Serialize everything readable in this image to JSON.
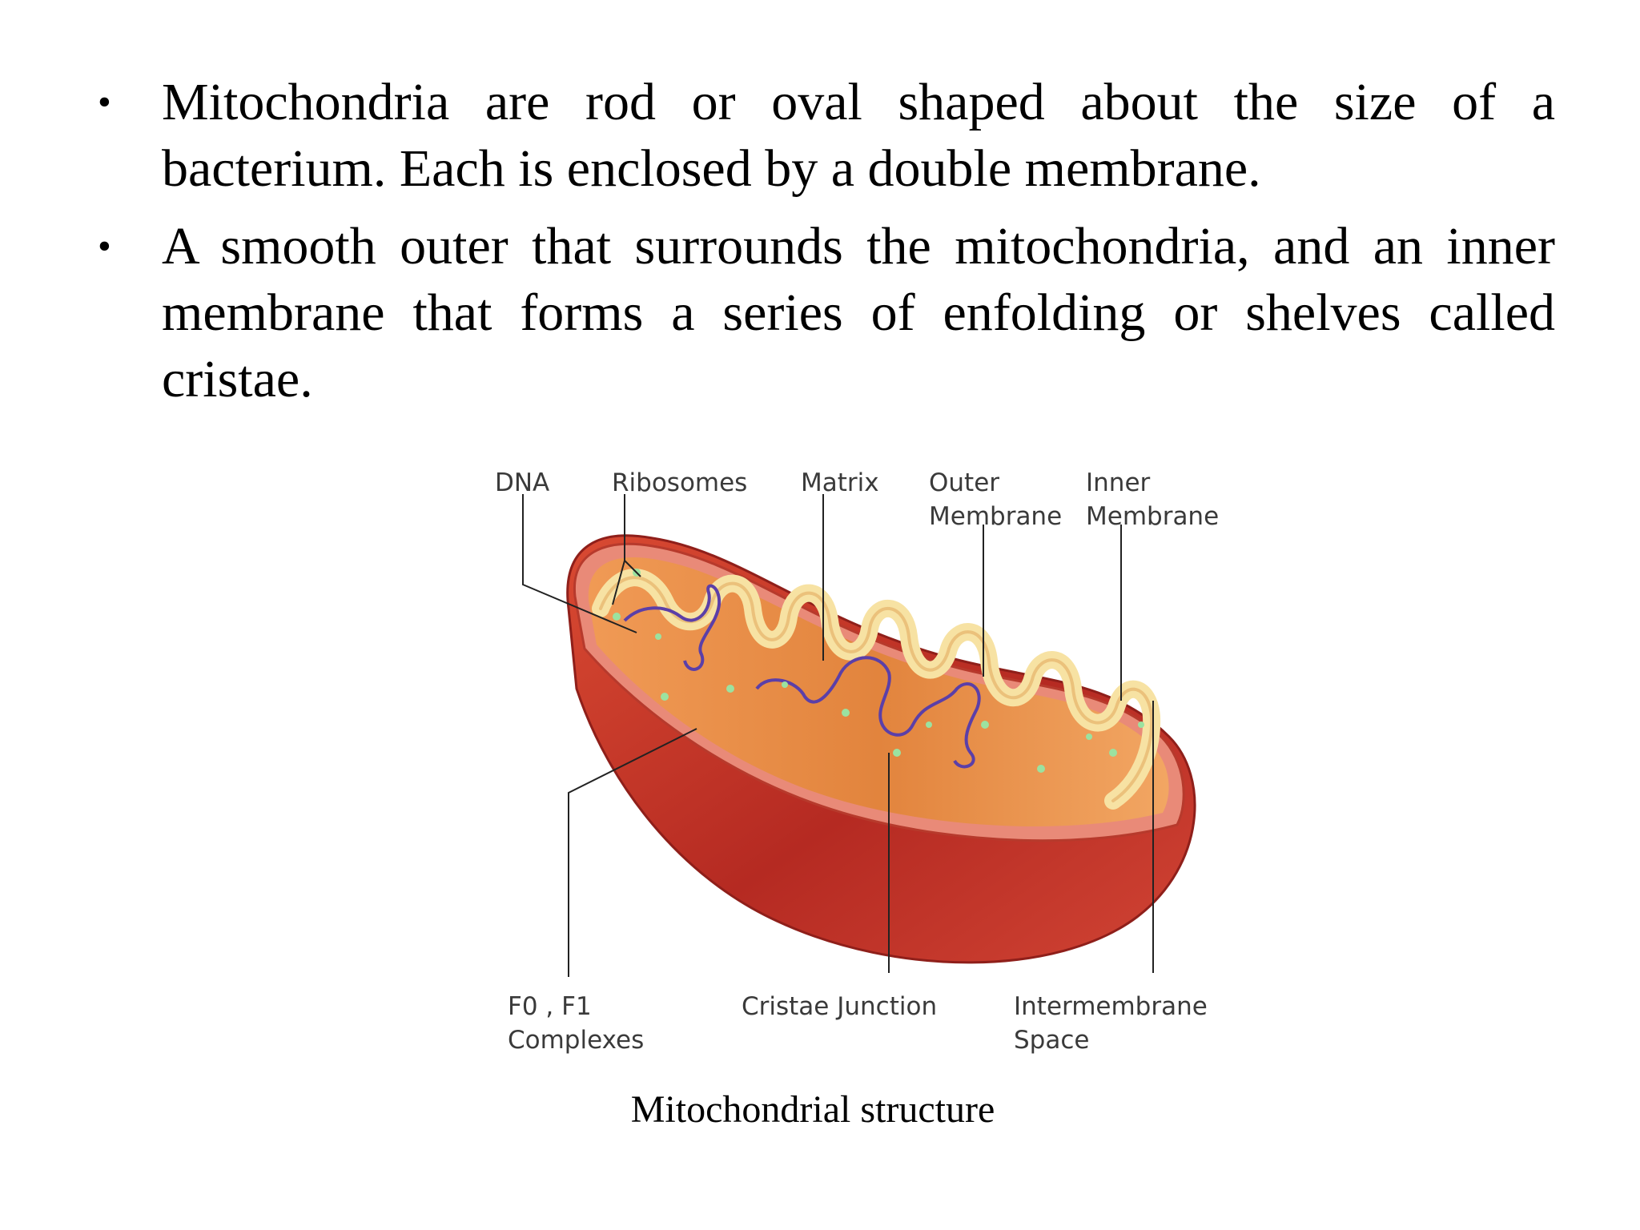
{
  "bullets": [
    {
      "marker": "•",
      "text": "Mitochondria are rod or oval shaped about the size of a bacterium. Each is enclosed by a double membrane."
    },
    {
      "marker": "•",
      "text": "A smooth outer that surrounds the mitochondria, and an inner membrane that forms a series of enfolding or shelves called cristae."
    }
  ],
  "diagram": {
    "labels": {
      "dna": "DNA",
      "ribosomes": "Ribosomes",
      "matrix": "Matrix",
      "outer_membrane": [
        "Outer",
        "Membrane"
      ],
      "inner_membrane": [
        "Inner",
        "Membrane"
      ],
      "f0_f1_complexes": [
        "F0 , F1",
        "Complexes"
      ],
      "cristae_junction": "Cristae Junction",
      "intermembrane_space": [
        "Intermembrane",
        "Space"
      ]
    },
    "colors": {
      "outer_shell": "#c8382a",
      "outer_shell_dark": "#8f1f1a",
      "intermembrane": "#e8874a",
      "inner_membrane": "#f7e2a3",
      "matrix": "#d9792f",
      "dna_strand": "#5b3fa8",
      "ribosome": "#9be2a0",
      "leader_line": "#222222"
    }
  },
  "caption": "Mitochondrial structure"
}
